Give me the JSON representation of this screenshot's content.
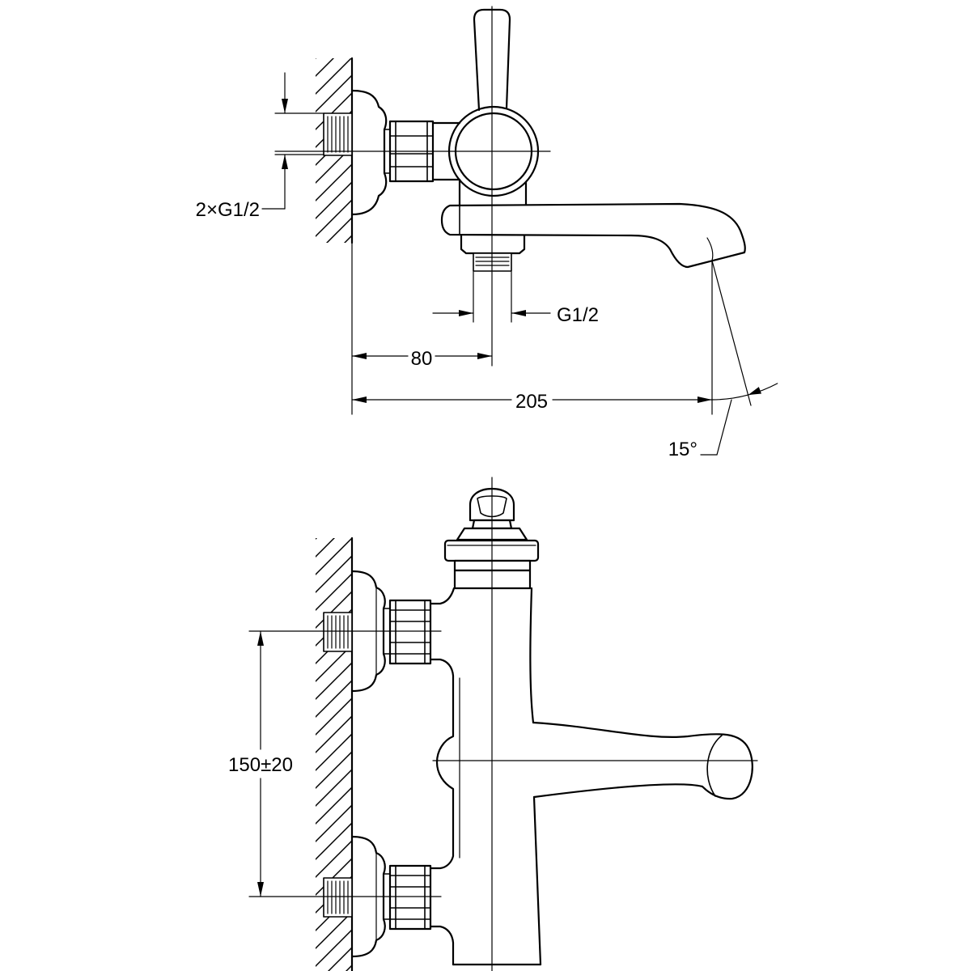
{
  "drawing": {
    "side_view": {
      "inlet_thread_label": "2×G1/2",
      "outlet_thread_label": "G1/2",
      "outlet_offset_dimension": "80",
      "spout_projection_dimension": "205",
      "spout_angle_dimension": "15°"
    },
    "front_view": {
      "inlet_spacing_dimension": "150±20"
    }
  },
  "colors": {
    "line": "#000000",
    "background": "#ffffff"
  }
}
